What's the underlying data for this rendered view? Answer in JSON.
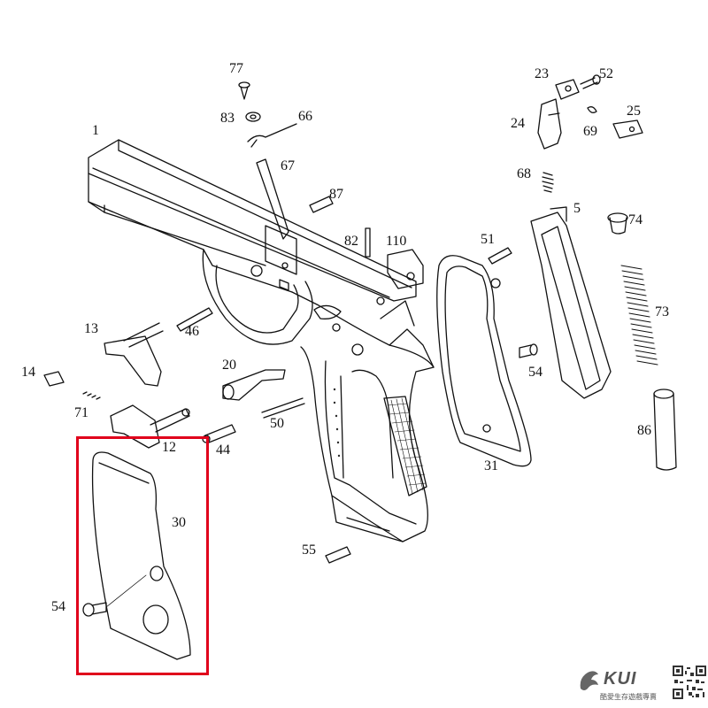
{
  "diagram": {
    "part_labels": {
      "p1": "1",
      "p5": "5",
      "p12": "12",
      "p13": "13",
      "p14": "14",
      "p20": "20",
      "p23": "23",
      "p24": "24",
      "p25": "25",
      "p30": "30",
      "p31": "31",
      "p44": "44",
      "p46": "46",
      "p50": "50",
      "p51": "51",
      "p52": "52",
      "p54a": "54",
      "p54b": "54",
      "p55": "55",
      "p66": "66",
      "p67": "67",
      "p68": "68",
      "p69": "69",
      "p71": "71",
      "p73": "73",
      "p74": "74",
      "p77": "77",
      "p82": "82",
      "p83": "83",
      "p86": "86",
      "p87": "87",
      "p110": "110"
    },
    "highlight_color": "#e0001b",
    "line_color": "#111111"
  },
  "brand": {
    "name": "KUI",
    "tagline": "酷愛生存遊戲專賣",
    "logo_icon": "dragon-logo-icon",
    "qr_icon": "qr-code-icon"
  }
}
